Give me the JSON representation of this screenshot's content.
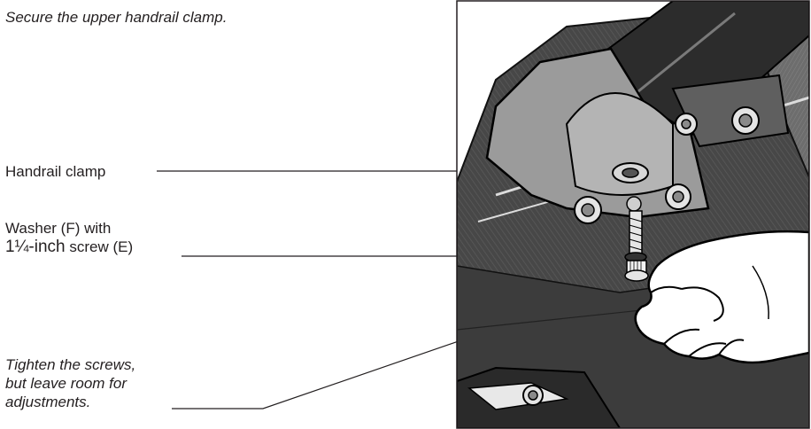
{
  "heading": "Secure the upper handrail clamp.",
  "callouts": {
    "clamp": "Handrail clamp",
    "washer_line1": "Washer (F) with",
    "washer_size": "1¼-inch",
    "washer_line2_rest": " screw (E)",
    "tighten_line1": "Tighten the screws,",
    "tighten_line2": "but leave room for",
    "tighten_line3": "adjustments."
  }
}
